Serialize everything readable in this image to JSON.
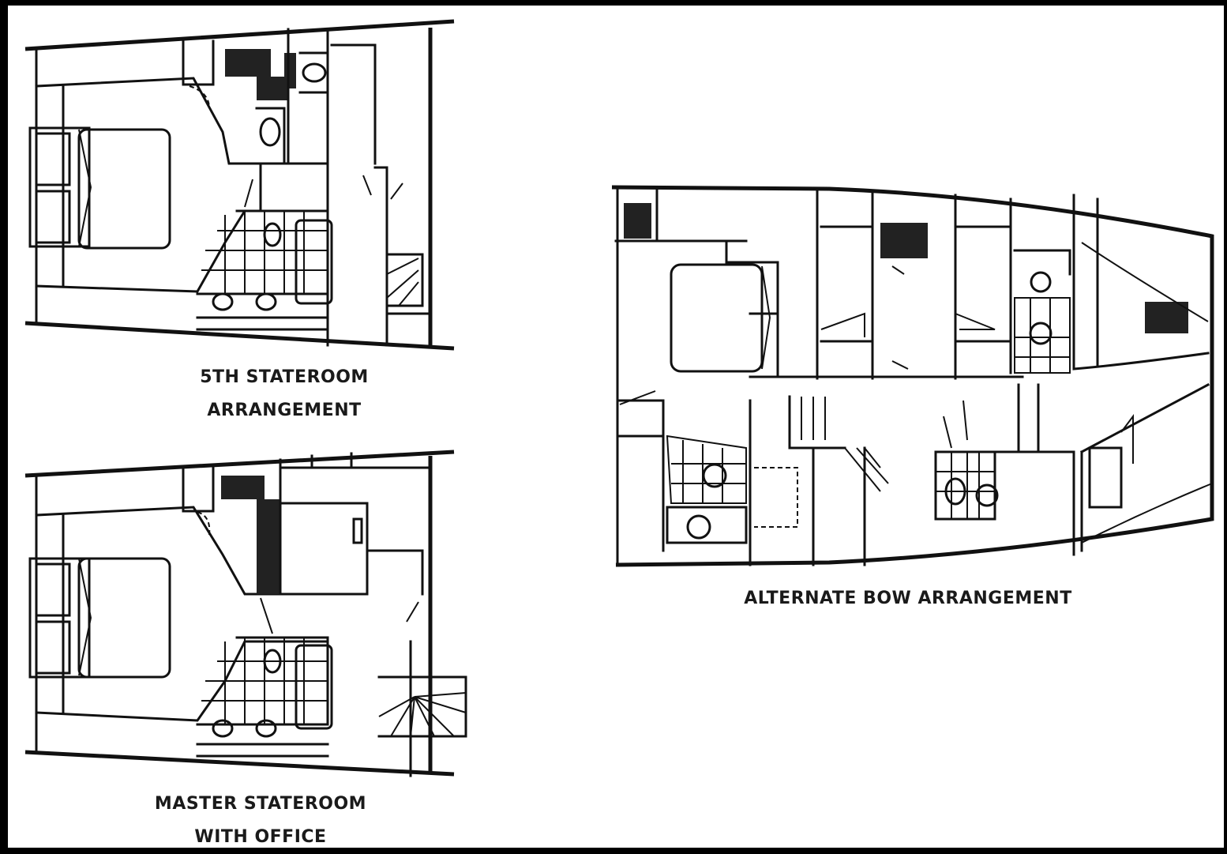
{
  "diagrams": [
    {
      "id": "fifth-stateroom",
      "caption": [
        "5TH STATEROOM",
        "ARRANGEMENT"
      ]
    },
    {
      "id": "master-stateroom-office",
      "caption": [
        "MASTER STATEROOM",
        "WITH OFFICE"
      ]
    },
    {
      "id": "alternate-bow",
      "caption": [
        "ALTERNATE BOW ARRANGEMENT"
      ]
    }
  ],
  "colors": {
    "frame": "#000000",
    "background": "#ffffff",
    "linework": "#111111"
  }
}
